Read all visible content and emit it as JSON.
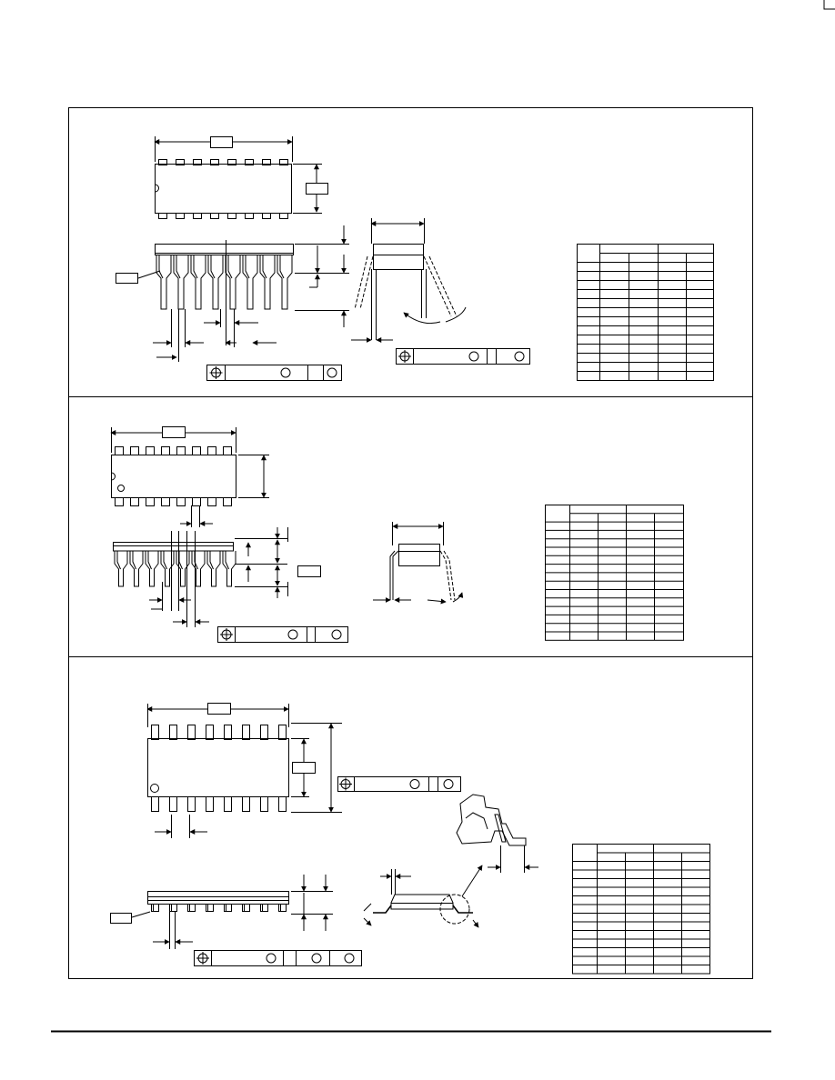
{
  "page": {
    "corner_mark_icon": "corner-box-icon"
  },
  "sections": [
    {
      "id": "package-dip-ceramic",
      "table": {
        "rows": 11,
        "groups": 2,
        "subcols": 4
      }
    },
    {
      "id": "package-dip-plastic",
      "table": {
        "rows": 13,
        "groups": 2,
        "subcols": 4
      }
    },
    {
      "id": "package-soic",
      "table": {
        "rows": 12,
        "groups": 2,
        "subcols": 4
      }
    }
  ],
  "icons": {
    "datum": "circle-plus-icon",
    "tolerance_frame": "feature-control-frame-icon",
    "mold_flash_detail": "detail-view-icon"
  }
}
